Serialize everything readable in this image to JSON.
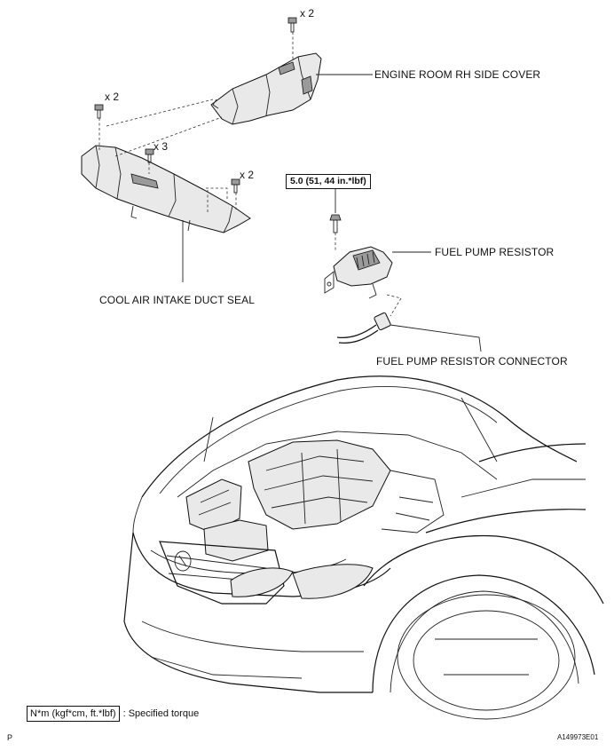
{
  "labels": {
    "engine_room_rh_side_cover": "ENGINE ROOM RH SIDE COVER",
    "cool_air_intake_duct_seal": "COOL AIR INTAKE DUCT SEAL",
    "fuel_pump_resistor": "FUEL PUMP RESISTOR",
    "fuel_pump_resistor_connector": "FUEL PUMP RESISTOR CONNECTOR"
  },
  "quantities": {
    "cover_clips": "x 2",
    "seal_left_clips": "x 2",
    "seal_center_clips": "x 3",
    "seal_right_clips": "x 2"
  },
  "torque": {
    "resistor_bolt": "5.0 (51, 44 in.*lbf)"
  },
  "legend": {
    "units": "N*m (kgf*cm, ft.*lbf)",
    "meaning": ": Specified torque"
  },
  "footer": {
    "left_code": "P",
    "figure_id": "A149973E01"
  }
}
